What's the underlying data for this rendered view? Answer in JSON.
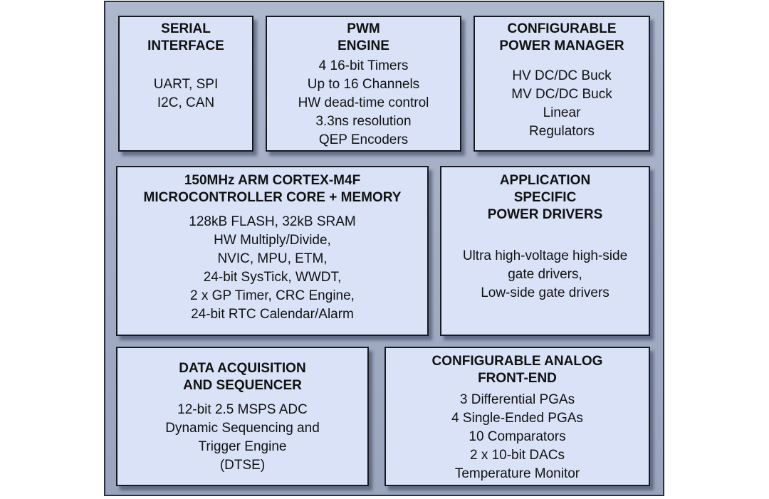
{
  "diagram": {
    "description": "Microcontroller SoC block diagram",
    "colors": {
      "canvas_fill": "#a3adc4",
      "canvas_border": "#2b3040",
      "block_fill": "#d9e2f7",
      "block_border": "#161a23",
      "block_shadow": "#3c4a63",
      "text": "#111111",
      "page_background": "#ffffff"
    },
    "blocks": [
      {
        "id": "serial-interface",
        "title": "SERIAL\nINTERFACE",
        "body": "UART, SPI\nI2C, CAN"
      },
      {
        "id": "pwm-engine",
        "title": "PWM\nENGINE",
        "body": "4 16-bit Timers\nUp to 16 Channels\nHW dead-time control\n3.3ns resolution\nQEP Encoders"
      },
      {
        "id": "configurable-power-manager",
        "title": "CONFIGURABLE\nPOWER MANAGER",
        "body": "HV DC/DC Buck\nMV DC/DC Buck\nLinear\nRegulators"
      },
      {
        "id": "microcontroller-core-memory",
        "title": "150MHz ARM CORTEX-M4F\nMICROCONTROLLER CORE + MEMORY",
        "body": "128kB FLASH, 32kB SRAM\nHW Multiply/Divide,\nNVIC, MPU, ETM,\n24-bit SysTick, WWDT,\n2 x GP Timer, CRC Engine,\n24-bit RTC Calendar/Alarm"
      },
      {
        "id": "application-specific-power-drivers",
        "title": "APPLICATION\nSPECIFIC\nPOWER DRIVERS",
        "body": "Ultra high-voltage high-side\ngate drivers,\nLow-side gate drivers"
      },
      {
        "id": "data-acquisition-and-sequencer",
        "title": "DATA ACQUISITION\nAND SEQUENCER",
        "body": "12-bit 2.5 MSPS ADC\nDynamic Sequencing and\nTrigger Engine\n(DTSE)"
      },
      {
        "id": "configurable-analog-front-end",
        "title": "CONFIGURABLE ANALOG\nFRONT-END",
        "body": "3 Differential PGAs\n4 Single-Ended PGAs\n10 Comparators\n2 x 10-bit DACs\nTemperature Monitor"
      }
    ]
  }
}
